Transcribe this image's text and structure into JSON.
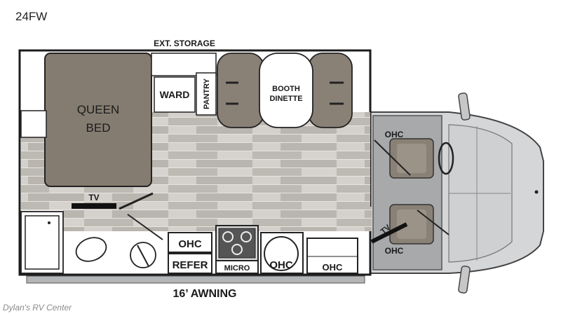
{
  "model": "24FW",
  "watermark": "Dylan's RV Center",
  "labels": {
    "ext_storage": "EXT. STORAGE",
    "ward": "WARD",
    "pantry": "PANTRY",
    "booth_line1": "BOOTH",
    "booth_line2": "DINETTE",
    "queen_line1": "QUEEN",
    "queen_line2": "BED",
    "tv_bedroom": "TV",
    "tv_cab": "TV",
    "ohc_cab_top": "OHC",
    "ohc_cab_bottom": "OHC",
    "ohc_galley": "OHC",
    "refer": "REFER",
    "micro": "MICRO",
    "ohc_round": "OHC",
    "ohc_counter": "OHC",
    "awning": "16’ AWNING"
  },
  "colors": {
    "wall": "#1c1c1c",
    "floor": "#c9c6c1",
    "bed": "#857c71",
    "booth_seat": "#8a8176",
    "cab_gray": "#a7a9ab",
    "chassis": "#d5d6d8"
  }
}
